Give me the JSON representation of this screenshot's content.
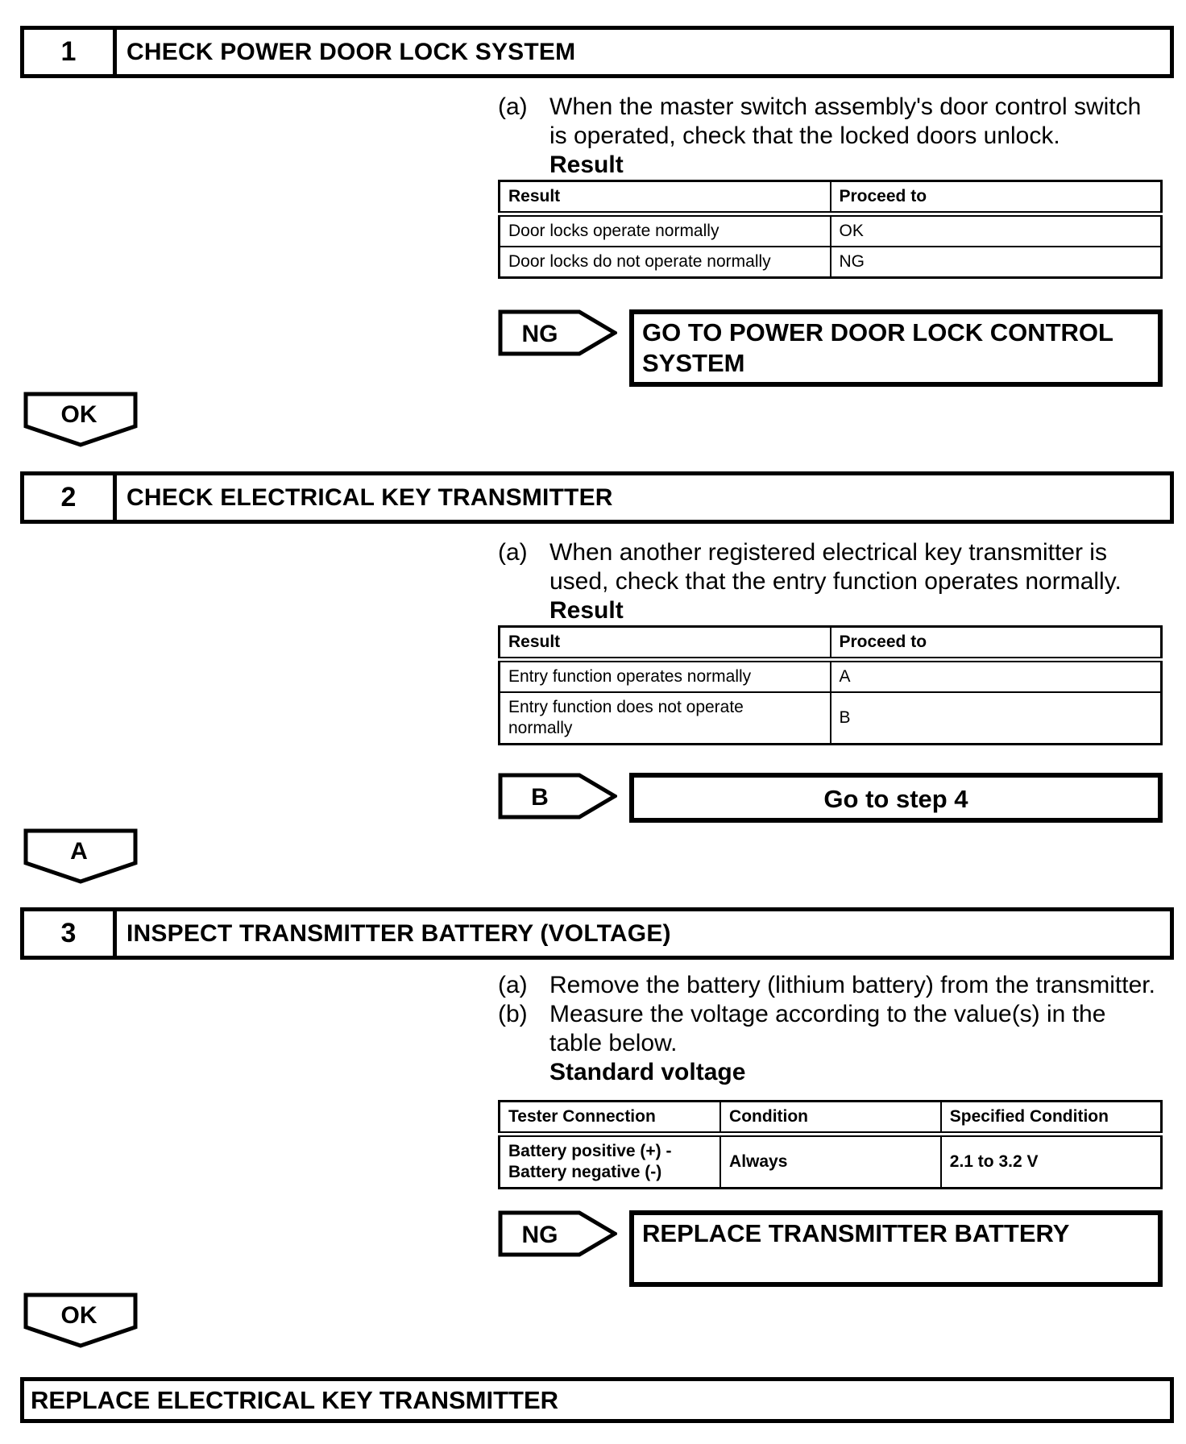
{
  "page": {
    "background": "#ffffff",
    "text_color": "#000000"
  },
  "steps": [
    {
      "number": "1",
      "title": "CHECK POWER DOOR LOCK SYSTEM",
      "items": [
        {
          "label": "(a)",
          "text": "When the master switch assembly's door control switch\nis operated, check that the locked doors unlock."
        }
      ],
      "subheading": "Result",
      "table": {
        "headers": [
          "Result",
          "Proceed to"
        ],
        "rows": [
          [
            "Door locks operate normally",
            "OK"
          ],
          [
            "Door locks do not operate normally",
            "NG"
          ]
        ]
      },
      "branch": {
        "tag": "NG",
        "action": "GO TO POWER DOOR LOCK CONTROL\nSYSTEM"
      },
      "connector": "OK"
    },
    {
      "number": "2",
      "title": "CHECK ELECTRICAL KEY TRANSMITTER",
      "items": [
        {
          "label": "(a)",
          "text": "When another registered electrical key transmitter is\nused, check that the entry function operates normally."
        }
      ],
      "subheading": "Result",
      "table": {
        "headers": [
          "Result",
          "Proceed to"
        ],
        "rows": [
          [
            "Entry function operates normally",
            "A"
          ],
          [
            "Entry function does not operate\nnormally",
            "B"
          ]
        ]
      },
      "branch": {
        "tag": "B",
        "action": "Go to step 4"
      },
      "connector": "A"
    },
    {
      "number": "3",
      "title": "INSPECT TRANSMITTER BATTERY (VOLTAGE)",
      "items": [
        {
          "label": "(a)",
          "text": "Remove the battery (lithium battery) from the transmitter."
        },
        {
          "label": "(b)",
          "text": "Measure the voltage according to the value(s) in the\ntable below."
        }
      ],
      "subheading": "Standard voltage",
      "table": {
        "headers": [
          "Tester Connection",
          "Condition",
          "Specified Condition"
        ],
        "rows": [
          [
            "Battery positive (+) -\nBattery negative (-)",
            "Always",
            "2.1 to 3.2 V"
          ]
        ]
      },
      "branch": {
        "tag": "NG",
        "action": "REPLACE TRANSMITTER BATTERY"
      },
      "connector": "OK"
    }
  ],
  "final_action": "REPLACE ELECTRICAL KEY TRANSMITTER"
}
